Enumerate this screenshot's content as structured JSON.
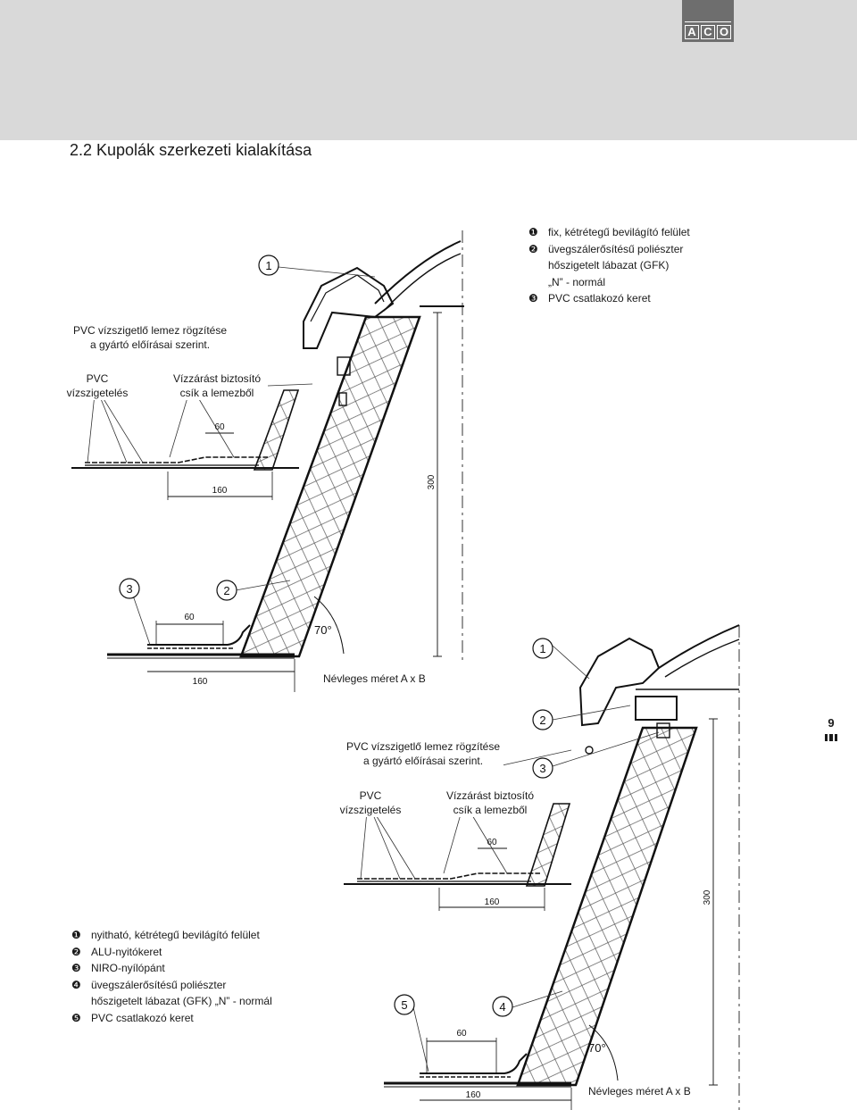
{
  "logo": {
    "letters": [
      "A",
      "C",
      "O"
    ]
  },
  "page_title": "2.2 Kupolák szerkezeti kialakítása",
  "side": {
    "page_number": "9"
  },
  "legend_top": [
    {
      "marker": "❶",
      "text": "fix, kétrétegű bevilágító felület"
    },
    {
      "marker": "❷",
      "text": "üvegszálerősítésű poliészter"
    },
    {
      "marker": "",
      "text": "hőszigetelt lábazat (GFK)"
    },
    {
      "marker": "",
      "text": "„N” - normál"
    },
    {
      "marker": "❸",
      "text": "PVC csatlakozó keret"
    }
  ],
  "legend_bottom": [
    {
      "marker": "❶",
      "text": "nyitható, kétrétegű bevilágító felület"
    },
    {
      "marker": "❷",
      "text": "ALU-nyitókeret"
    },
    {
      "marker": "❸",
      "text": "NIRO-nyílópánt"
    },
    {
      "marker": "❹",
      "text": "üvegszálerősítésű poliészter"
    },
    {
      "marker": "",
      "text": "hőszigetelt lábazat (GFK) „N” - normál"
    },
    {
      "marker": "❺",
      "text": "PVC csatlakozó keret"
    }
  ],
  "drawing_top": {
    "note_fixing_1": "PVC vízszigetlő lemez rögzítése",
    "note_fixing_2": "a gyártó előírásai szerint.",
    "note_pvc_1": "PVC",
    "note_pvc_2": "vízszigetelés",
    "note_strip_1": "Vízzárást biztosító",
    "note_strip_2": "csík a lemezből",
    "callouts": [
      "1",
      "2",
      "3"
    ],
    "dim_60_detail": "60",
    "dim_160_detail": "160",
    "dim_60": "60",
    "dim_160": "160",
    "dim_300": "300",
    "angle": "70°",
    "nominal": "Névleges méret A x B"
  },
  "drawing_bottom": {
    "note_fixing_1": "PVC vízszigetlő lemez rögzítése",
    "note_fixing_2": "a gyártó előírásai szerint.",
    "note_pvc_1": "PVC",
    "note_pvc_2": "vízszigetelés",
    "note_strip_1": "Vízzárást biztosító",
    "note_strip_2": "csík a lemezből",
    "callouts": [
      "1",
      "2",
      "3",
      "4",
      "5"
    ],
    "dim_60_detail": "60",
    "dim_160_detail": "160",
    "dim_60": "60",
    "dim_160": "160",
    "dim_300": "300",
    "angle": "70°",
    "nominal": "Névleges méret A x B"
  }
}
